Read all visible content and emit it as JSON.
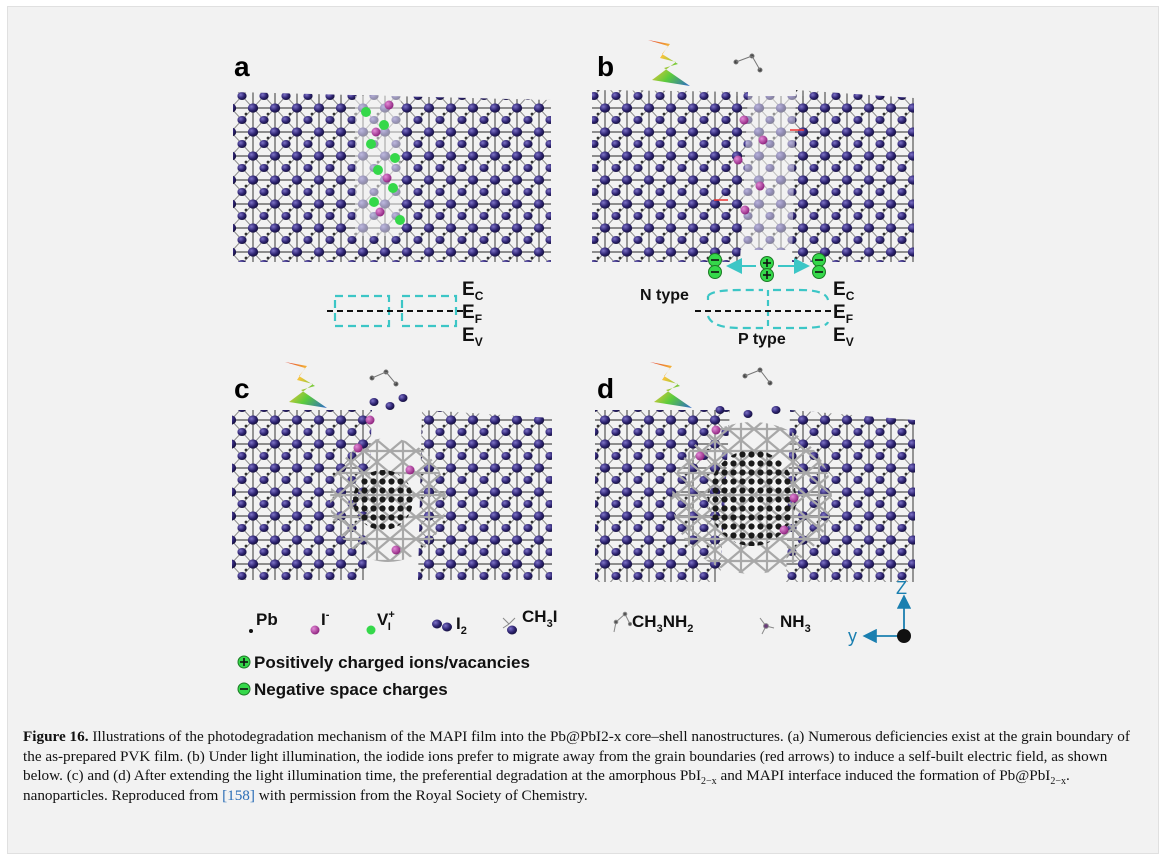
{
  "panels": {
    "a": "a",
    "b": "b",
    "c": "c",
    "d": "d"
  },
  "bands": {
    "ec": "E",
    "ec_sub": "C",
    "ef": "E",
    "ef_sub": "F",
    "ev": "E",
    "ev_sub": "V"
  },
  "types": {
    "n_type": "N type",
    "p_type": "P type"
  },
  "legend": {
    "pb": "Pb",
    "iodide": "I",
    "iodide_sup": "-",
    "vacancy": "V",
    "vacancy_sub": "I",
    "vacancy_sup": "+",
    "i2": "I",
    "i2_sub": "2",
    "ch3i": "CH",
    "ch3i_sub": "3",
    "ch3i_tail": "I",
    "ch3nh2": "CH",
    "ch3nh2_sub": "3",
    "ch3nh2_mid": "NH",
    "ch3nh2_sub2": "2",
    "nh3": "NH",
    "nh3_sub": "3",
    "positive": "Positively charged ions/vacancies",
    "negative": "Negative space charges"
  },
  "axes": {
    "z": "Z",
    "y": "y"
  },
  "caption": {
    "label": "Figure 16.",
    "text1": " Illustrations of the photodegradation mechanism of the MAPI film into the Pb@PbI2-x core–shell nanostructures. (a) Numerous deficiencies exist at the grain boundary of the as-prepared PVK film. (b) Under light illumination, the iodide ions prefer to migrate away from the grain boundaries (red arrows) to induce a self-built electric field, as shown below. (c) and (d) After extending the light illumination time, the preferential degradation at the amorphous PbI",
    "sub1": "2−x",
    "text2": " and MAPI interface induced the formation of Pb@PbI",
    "sub2": "2−x",
    "text3": ". nanoparticles. Reproduced from ",
    "ref": "[158]",
    "text4": " with permission from the Royal Society of Chemistry."
  },
  "colors": {
    "atom_purple": "#2d2370",
    "iodide_magenta": "#b0309a",
    "vacancy_green": "#35d84a",
    "band_cyan": "#3cc6c6",
    "axis_blue": "#1a7fb0",
    "ref_blue": "#2a6db6",
    "bond_gray": "#9a9a9a"
  }
}
